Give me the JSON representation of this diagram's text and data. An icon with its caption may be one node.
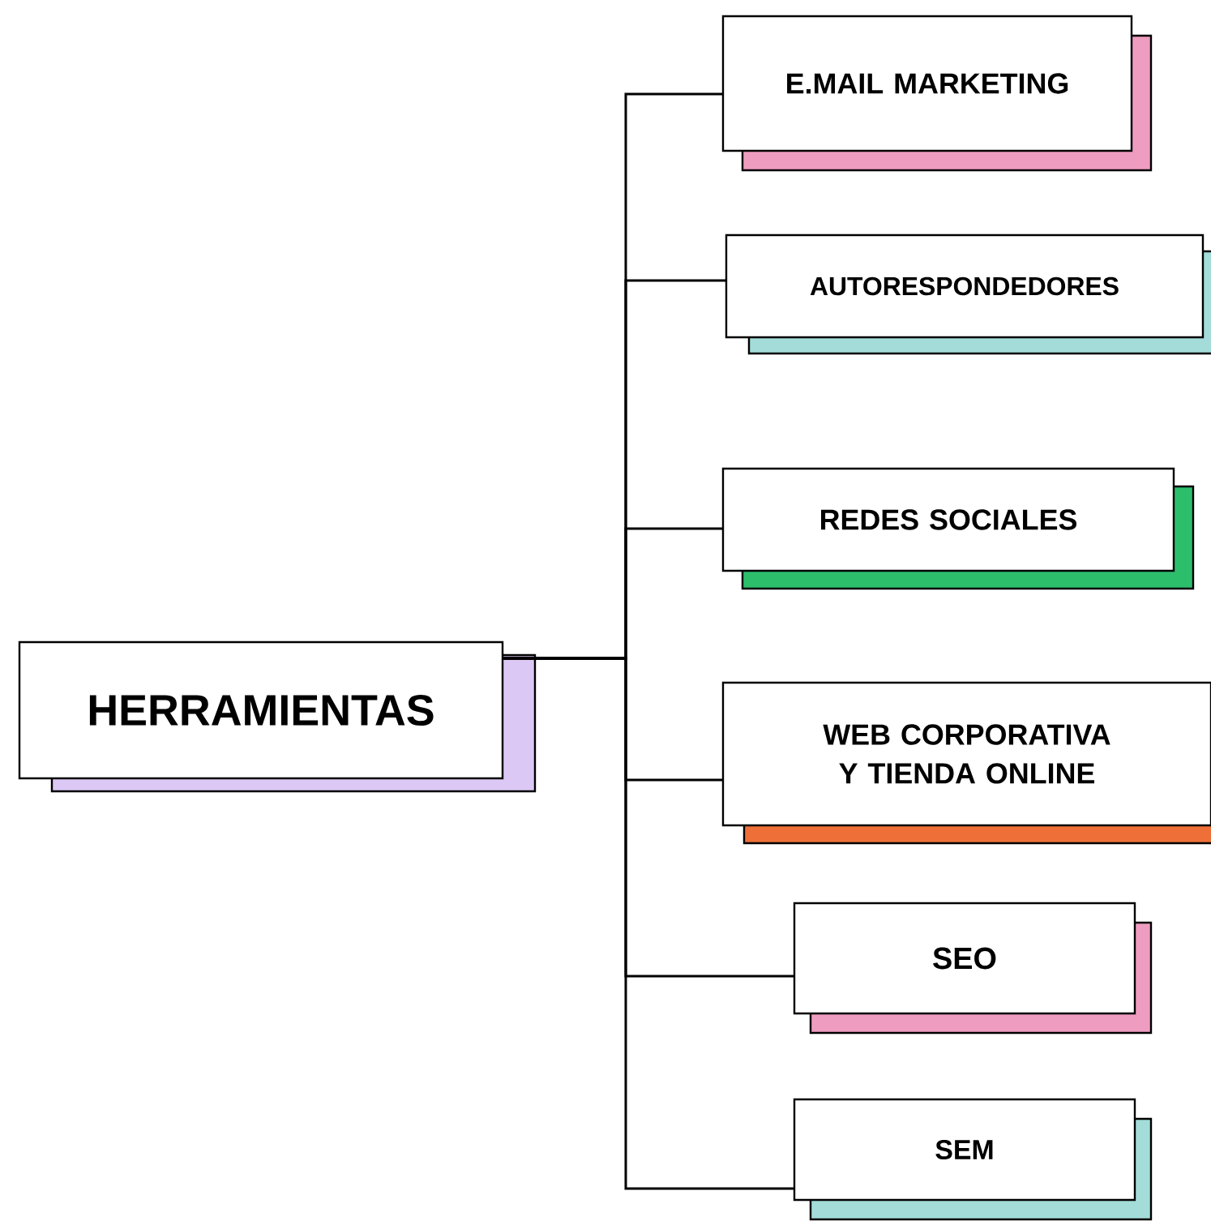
{
  "diagram": {
    "nodes": [
      {
        "text": [
          "HERRAMIENTAS"
        ]
      },
      {
        "text": [
          "E.MAIL MARKETING"
        ]
      },
      {
        "text": [
          "AUTORESPONDEDORES"
        ]
      },
      {
        "text": [
          "REDES SOCIALES"
        ]
      },
      {
        "text": [
          "WEB CORPORATIVA Y TIENDA ONLINE"
        ]
      },
      {
        "text": [
          "SEO"
        ]
      },
      {
        "text": [
          "SEM"
        ]
      }
    ],
    "edges": [
      {
        "from": 0,
        "to": 1,
        "arrow": "none"
      },
      {
        "from": 0,
        "to": 2,
        "arrow": "none"
      },
      {
        "from": 0,
        "to": 3,
        "arrow": "none"
      },
      {
        "from": 0,
        "to": 4,
        "arrow": "none"
      },
      {
        "from": 0,
        "to": 5,
        "arrow": "none"
      },
      {
        "from": 0,
        "to": 6,
        "arrow": "none"
      }
    ]
  }
}
